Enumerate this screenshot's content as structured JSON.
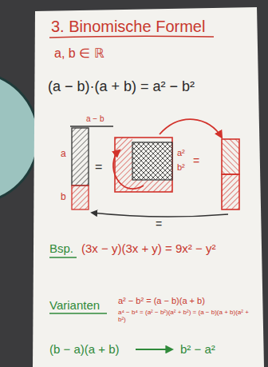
{
  "diagram": {
    "title": "3. Binomische Formel",
    "labels": [
      "a, b ∈ ℝ",
      "(a − b)·(a + b) = a² − b²",
      "a − b",
      "a",
      "b",
      "=",
      "a²",
      "b²",
      "=",
      "=",
      "Bsp.",
      "(3x − y)(3x + y) = 9x² − y²",
      "Varianten",
      "a² − b² = (a − b)(a + b)",
      "a⁴ − b⁴ = (a² − b²)(a² + b²) = (a − b)(a + b)(a² + b²)",
      "(b − a)(a + b)",
      "b² − a²"
    ]
  }
}
